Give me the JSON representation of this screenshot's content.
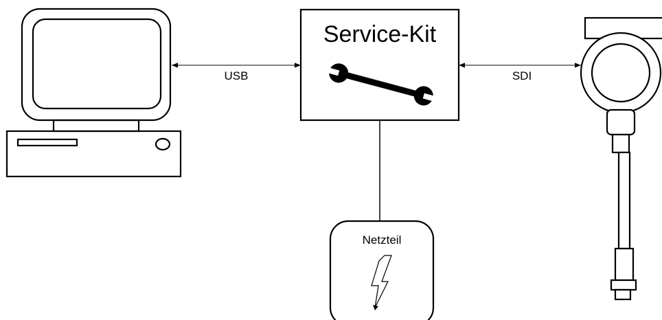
{
  "service_kit": {
    "title": "Service-Kit",
    "icon": "wrench-icon"
  },
  "connections": {
    "usb_label": "USB",
    "sdi_label": "SDI"
  },
  "power_supply": {
    "label": "Netzteil",
    "icon": "lightning-bolt-icon"
  },
  "computer": {
    "icon": "desktop-computer-icon"
  },
  "sensor": {
    "icon": "pressure-transmitter-icon"
  },
  "colors": {
    "stroke": "#000000",
    "background": "#ffffff"
  }
}
